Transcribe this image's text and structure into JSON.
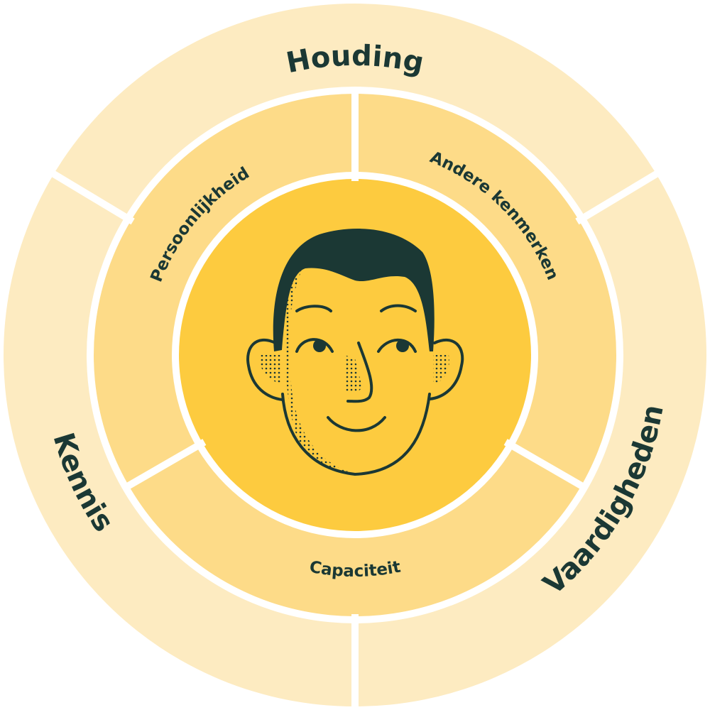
{
  "colors": {
    "outer": "#fdebc1",
    "middle": "#fddb88",
    "inner": "#fdcb3f",
    "ink": "#1b3834",
    "divider": "#ffffff"
  },
  "outer_ring": {
    "top": "Houding",
    "right": "Vaardigheden",
    "left": "Kennis"
  },
  "middle_ring": {
    "top_left": "Persoonlijkheid",
    "top_right": "Andere kenmerken",
    "bottom": "Capaciteit"
  },
  "center": {
    "icon": "person-face-icon"
  }
}
